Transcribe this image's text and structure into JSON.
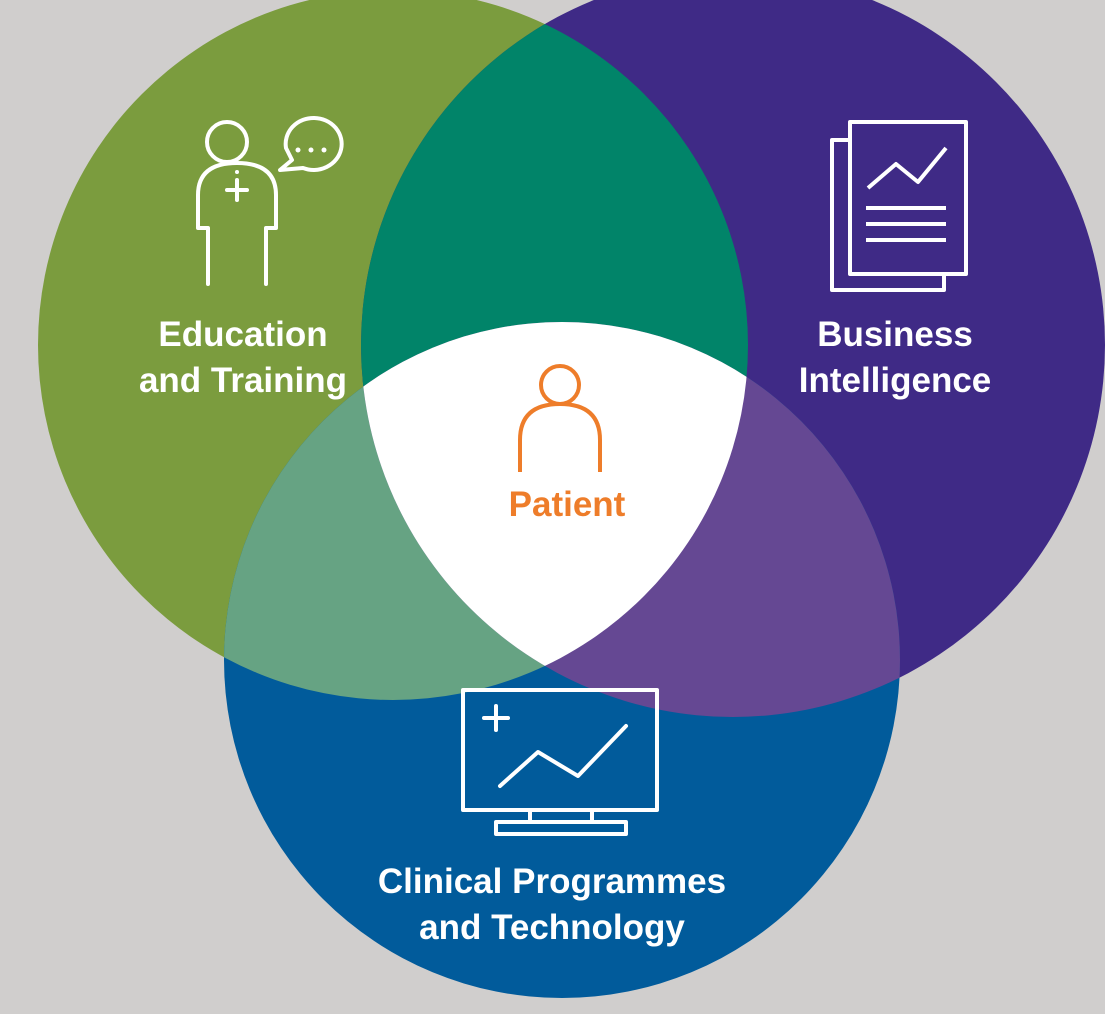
{
  "diagram": {
    "center_label": "Patient",
    "circles": [
      {
        "id": "education",
        "lines": [
          "Education",
          "and Training"
        ],
        "icon": "person-speech-bubble-icon",
        "color": "#7b9c3e"
      },
      {
        "id": "business",
        "lines": [
          "Business",
          "Intelligence"
        ],
        "icon": "report-document-chart-icon",
        "color": "#3f2a86"
      },
      {
        "id": "clinical",
        "lines": [
          "Clinical Programmes",
          "and Technology"
        ],
        "icon": "monitor-chart-icon",
        "color": "#015b9b"
      }
    ],
    "overlap_colors": {
      "education_business": "#018469",
      "education_clinical": "#66a383",
      "business_clinical": "#654893",
      "center": "#ffffff"
    },
    "center_icon": "person-icon",
    "center_color": "#ee7d2a",
    "background": "#d0cecd"
  }
}
